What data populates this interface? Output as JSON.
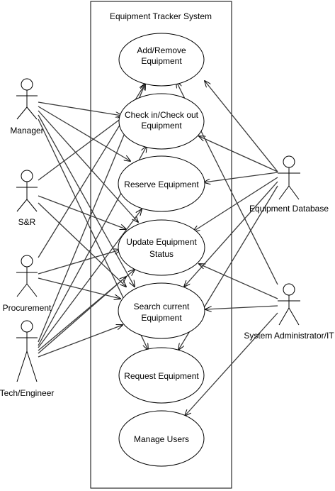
{
  "system": {
    "title": "Equipment Tracker System"
  },
  "use_cases": {
    "add_remove": {
      "line1": "Add/Remove",
      "line2": "Equipment"
    },
    "check_in_out": {
      "line1": "Check in/Check out",
      "line2": "Equipment"
    },
    "reserve": {
      "line1": "Reserve Equipment"
    },
    "update_status": {
      "line1": "Update Equipment",
      "line2": "Status"
    },
    "search": {
      "line1": "Search current",
      "line2": "Equipment"
    },
    "request": {
      "line1": "Request Equipment"
    },
    "manage_users": {
      "line1": "Manage Users"
    }
  },
  "actors": {
    "manager": "Manager",
    "sr": "S&R",
    "procurement": "Procurement",
    "tech_engineer": "Tech/Engineer",
    "equipment_database": "Equipment Database",
    "system_admin": "System Administrator/IT"
  }
}
